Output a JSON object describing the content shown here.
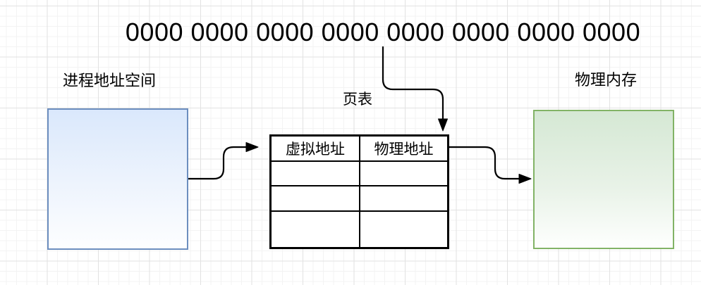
{
  "diagram": {
    "binary_address": "0000 0000 0000 0000 0000 0000 0000 0000",
    "labels": {
      "process_address_space": "进程地址空间",
      "page_table": "页表",
      "physical_memory": "物理内存"
    },
    "page_table": {
      "columns": [
        "虚拟地址",
        "物理地址"
      ],
      "rows": [
        [
          "",
          ""
        ],
        [
          "",
          ""
        ],
        [
          "",
          ""
        ]
      ]
    },
    "colors": {
      "process_box_fill": "#dae8fc",
      "process_box_border": "#6c8ebf",
      "memory_box_fill": "#d5e8d4",
      "memory_box_border": "#82b366",
      "table_border": "#000000",
      "arrow": "#000000",
      "grid_minor": "#f3f3f3",
      "grid_major": "#e2e2e2"
    }
  }
}
